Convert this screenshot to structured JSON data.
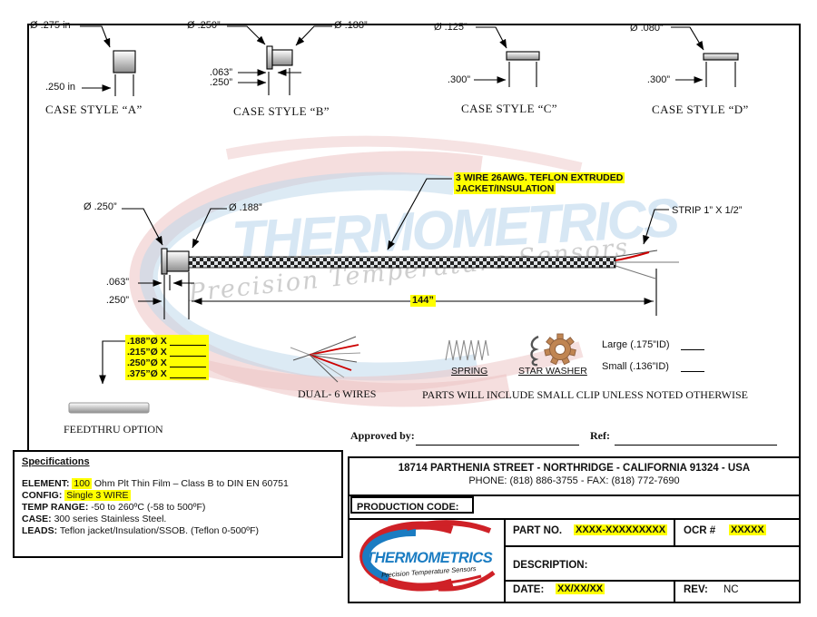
{
  "case_styles": [
    {
      "dia": "Ø .275 in",
      "len": ".250 in",
      "caption": "CASE STYLE “A”"
    },
    {
      "dia": "Ø .250”",
      "dia2": "Ø .188”",
      "dim1": ".063”",
      "dim2": ".250”",
      "caption": "CASE STYLE “B”"
    },
    {
      "dia": "Ø .125”",
      "len": ".300”",
      "caption": "CASE STYLE “C”"
    },
    {
      "dia": "Ø .080”",
      "len": ".300”",
      "caption": "CASE STYLE “D”"
    }
  ],
  "main_drawing": {
    "dia_big": "Ø .250”",
    "dia_small": "Ø .188”",
    "note_line1": "3 WIRE 26AWG. TEFLON EXTRUDED",
    "note_line2": "JACKET/INSULATION",
    "strip_label": "STRIP 1” X 1/2”",
    "dim1": ".063”",
    "dim2": ".250”",
    "length_label": "144”"
  },
  "watermark": {
    "brand": "THERMOMETRICS",
    "tagline": "Precision Temperature Sensors"
  },
  "feedthru": {
    "options": [
      ".188”Ø X",
      ".215”Ø X",
      ".250”Ø X",
      ".375”Ø X"
    ],
    "caption": "FEEDTHRU OPTION"
  },
  "parts": {
    "dual_wires_label": "DUAL- 6 WIRES",
    "spring_label": "SPRING",
    "star_washer_label": "STAR WASHER",
    "large_label": "Large (.175”ID)",
    "small_label": "Small (.136”ID)",
    "clip_note": "PARTS WILL INCLUDE SMALL CLIP UNLESS NOTED OTHERWISE"
  },
  "approval": {
    "approved_by_label": "Approved by:",
    "ref_label": "Ref:"
  },
  "specifications": {
    "heading": "Specifications",
    "element_label": "ELEMENT:",
    "element_hl": "100",
    "element_rest": "Ohm Plt Thin Film – Class B to DIN EN 60751",
    "config_label": "CONFIG:",
    "config_hl": "Single 3 WIRE",
    "temp_label": "TEMP RANGE:",
    "temp_value": "-50 to 260ºC (-58 to 500ºF)",
    "case_label": "CASE:",
    "case_value": "300 series Stainless Steel.",
    "leads_label": "LEADS:",
    "leads_value": "Teflon jacket/Insulation/SSOB. (Teflon 0-500ºF)"
  },
  "title_block": {
    "address_line": "18714 PARTHENIA STREET  -  NORTHRIDGE  -  CALIFORNIA 91324  -  USA",
    "phone_line": "PHONE: (818) 886-3755  -  FAX: (818) 772-7690",
    "production_code_label": "PRODUCTION CODE:",
    "part_no_label": "PART NO.",
    "part_no_value": "XXXX-XXXXXXXXX",
    "ocr_label": "OCR #",
    "ocr_value": "XXXXX",
    "description_label": "DESCRIPTION:",
    "date_label": "DATE:",
    "date_value": "XX/XX/XX",
    "rev_label": "REV:",
    "rev_value": "NC"
  },
  "logo": {
    "brand": "THERMOMETRICS",
    "tagline": "Precision Temperature Sensors"
  },
  "colors": {
    "highlight": "#ffff00",
    "logo_blue": "#1a7cc2",
    "logo_red": "#cf2127",
    "wire_red": "#cc0000"
  }
}
